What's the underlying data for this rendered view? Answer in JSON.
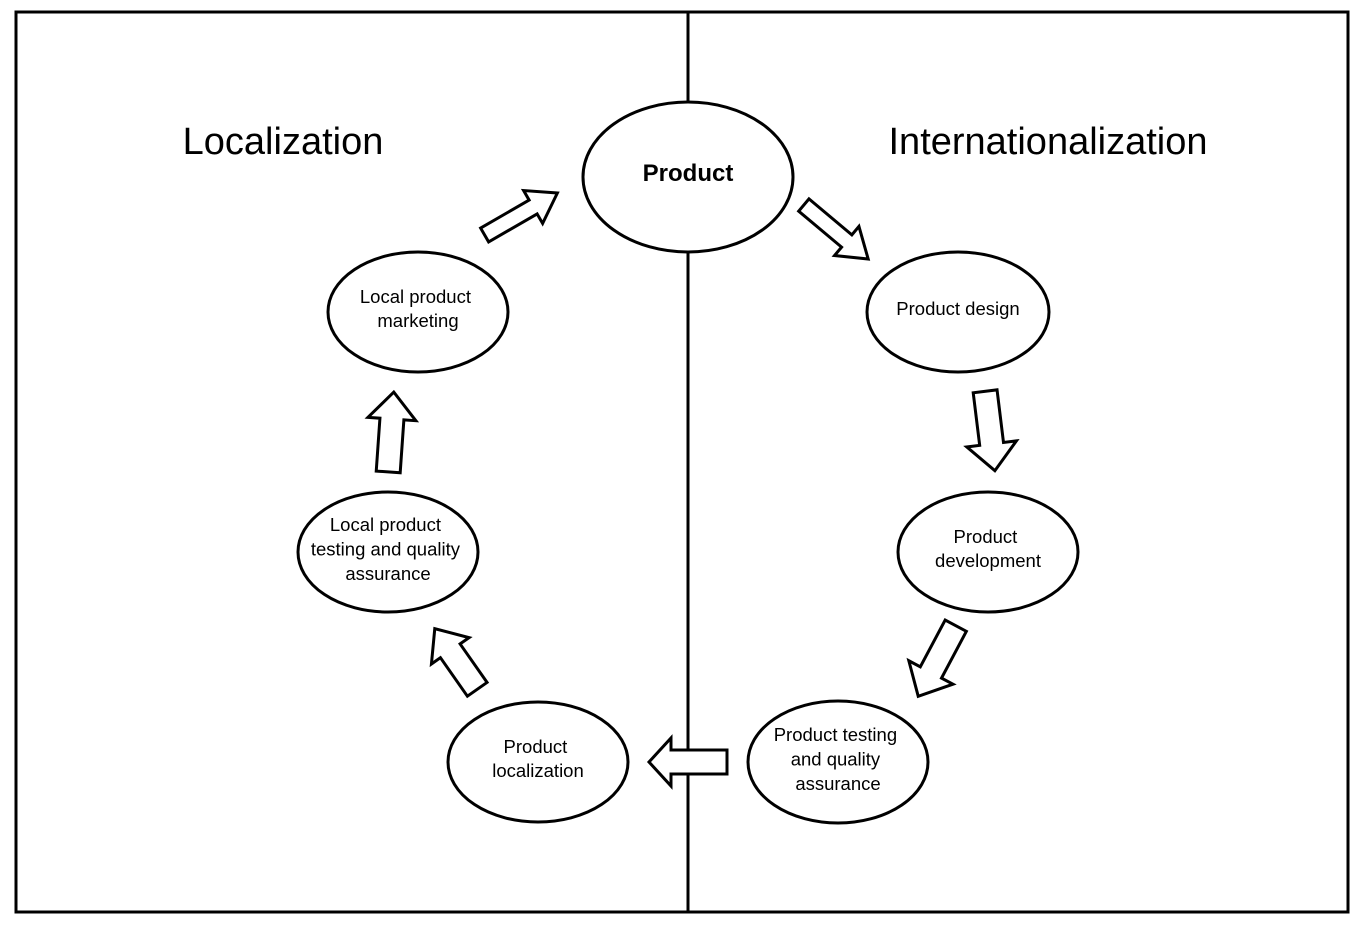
{
  "sections": {
    "left_title": "Localization",
    "right_title": "Internationalization"
  },
  "nodes": {
    "product": {
      "lines": [
        "Product"
      ]
    },
    "product_design": {
      "lines": [
        "Product design"
      ]
    },
    "product_development": {
      "lines": [
        "Product",
        "development"
      ]
    },
    "product_testing": {
      "lines": [
        "Product testing",
        "and quality",
        "assurance"
      ]
    },
    "product_localization": {
      "lines": [
        "Product",
        "localization"
      ]
    },
    "local_testing": {
      "lines": [
        "Local product",
        "testing and quality",
        "assurance"
      ]
    },
    "local_marketing": {
      "lines": [
        "Local product",
        "marketing"
      ]
    }
  },
  "colors": {
    "stroke": "#000000",
    "fill": "#ffffff",
    "text": "#000000"
  }
}
